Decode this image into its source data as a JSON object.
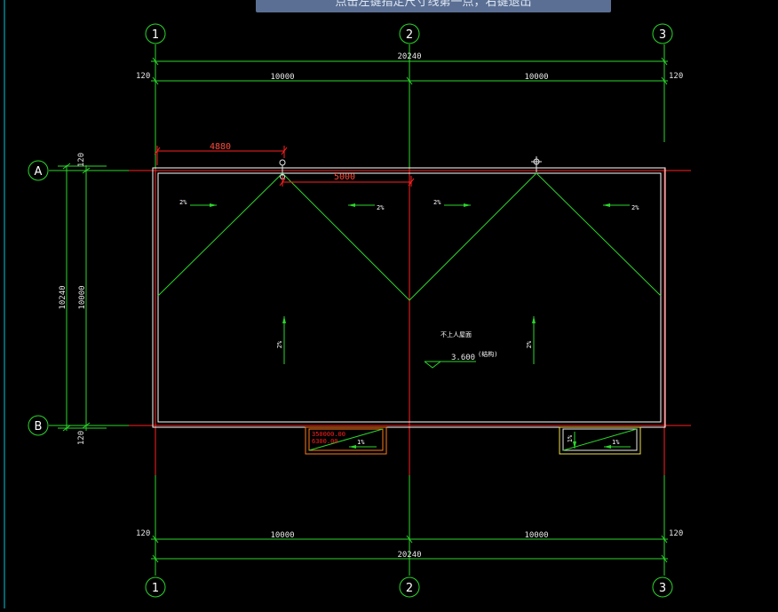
{
  "command_prompt": "点击左键指定尺寸线第一点，右键退出",
  "axes": {
    "columns_top": [
      "1",
      "2",
      "3"
    ],
    "columns_bottom": [
      "1",
      "2",
      "3"
    ],
    "row_top": "A",
    "row_bottom": "B"
  },
  "dimensions": {
    "top_total": "20240",
    "top_left_span": "10000",
    "top_right_span": "10000",
    "top_left_offset": "120",
    "top_right_offset": "120",
    "bottom_total": "20240",
    "bottom_left_span": "10000",
    "bottom_right_span": "10000",
    "bottom_left_offset": "120",
    "bottom_right_offset": "120",
    "left_total": "10240",
    "left_span": "10000",
    "left_top_offset": "120",
    "left_bottom_offset": "120",
    "red_dim_1": "4880",
    "red_dim_2": "5000"
  },
  "slopes": {
    "s1": "2%",
    "s2": "2%",
    "s3": "2%",
    "s4": "2%",
    "s5": "2%",
    "s6": "2%",
    "canopy_left": "1%",
    "canopy_right_v": "1%",
    "canopy_right_h": "1%"
  },
  "roof_label": "不上人屋面",
  "elevation": "3.600",
  "elevation_note": "(结构)",
  "canopy_left_text_1": "350000.00",
  "canopy_left_text_2": "6300.00",
  "colors": {
    "background": "#000000",
    "green": "#2bd62b",
    "red": "#ff2020",
    "white": "#ffffff",
    "orange": "#ff7a1a",
    "yellow": "#f2e04a",
    "cyan": "#00c8d8"
  }
}
